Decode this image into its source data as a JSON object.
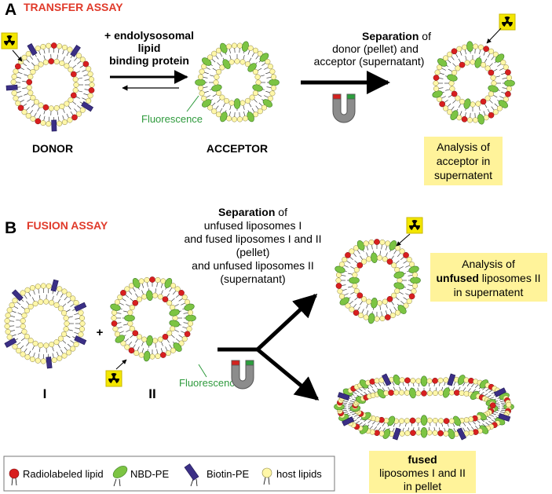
{
  "colors": {
    "red_title": "#e03a2a",
    "green_text": "#2e9a3c",
    "yellow_box": "#fff39a",
    "host_lipid": "#fff7a8",
    "radiolabel": "#d81f1f",
    "nbd": "#7cc443",
    "biotin": "#3b2f86"
  },
  "panelA": {
    "letter": "A",
    "title": "TRANSFER ASSAY",
    "arrow_label": [
      "+ endolysosomal",
      "lipid",
      "binding protein"
    ],
    "separation": {
      "bold": "Separation",
      "rest": " of",
      "line2": "donor (pellet) and",
      "line3": "acceptor (supernatant)"
    },
    "fluorescence": "Fluorescence",
    "donor_label": "DONOR",
    "acceptor_label": "ACCEPTOR",
    "analysis": [
      "Analysis of",
      "acceptor in",
      "supernatent"
    ]
  },
  "panelB": {
    "letter": "B",
    "title": "FUSION ASSAY",
    "separation": {
      "bold": "Separation",
      "rest": " of",
      "lines": [
        "unfused liposomes I",
        "and fused liposomes I and II",
        "(pellet)",
        "and unfused liposomes II",
        "(supernatant)"
      ]
    },
    "plus": "+",
    "fluorescence": "Fluorescence",
    "label_I": "I",
    "label_II": "II",
    "analysis_unfused": {
      "line1": "Analysis of",
      "bold": "unfused",
      "line2_rest": " liposomes II",
      "line3": "in supernatent"
    },
    "analysis_fused": {
      "bold": "fused",
      "line2": "liposomes I and II",
      "line3": "in pellet"
    }
  },
  "legend": {
    "radiolabeled": "Radiolabeled lipid",
    "nbd": "NBD-PE",
    "biotin": "Biotin-PE",
    "host": "host lipids"
  }
}
